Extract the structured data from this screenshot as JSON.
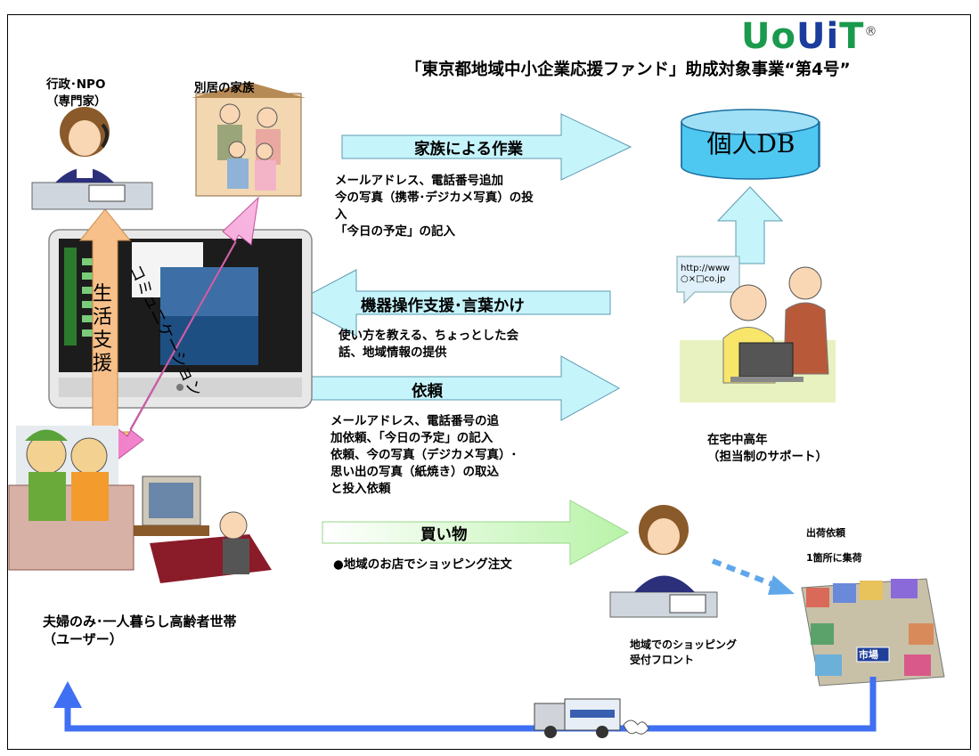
{
  "logo": {
    "text_part1": "Uo",
    "text_part2": "Ui",
    "text_part3": "T",
    "mark": "®"
  },
  "subsidy_title": "「東京都地域中小企業応援ファンド」助成対象事業“第4号”",
  "actors": {
    "admin_npo": [
      "行政･NPO",
      "（専門家）"
    ],
    "separate_family": "別居の家族",
    "home_senior": [
      "在宅中高年",
      "（担当制のサポート）"
    ],
    "elderly_user": [
      "夫婦のみ･一人暮らし高齢者世帯",
      "（ユーザー）"
    ],
    "shopping_front": [
      "地域でのショッピング",
      "受付フロント"
    ],
    "market": "市場"
  },
  "database": {
    "label": "個人DB"
  },
  "screen_url": [
    "http://www",
    "○×□co.jp"
  ],
  "vertical_arrows": {
    "life_support": "生活支援",
    "communication": "コミュニケーション"
  },
  "flows": {
    "family_work": {
      "label": "家族による作業",
      "details": [
        "メールアドレス、電話番号追加",
        "今の写真（携帯･デジカメ写真）の投",
        "入",
        "「今日の予定」の記入"
      ]
    },
    "device_support": {
      "label": "機器操作支援･言葉かけ",
      "details": [
        "使い方を教える、ちょっとした会",
        "話、地域情報の提供"
      ]
    },
    "request": {
      "label": "依頼",
      "details": [
        "メールアドレス、電話番号の追",
        "加依頼、「今日の予定」の記入",
        "依頼、今の写真（デジカメ写真）･",
        "思い出の写真（紙焼き）の取込",
        "と投入依頼"
      ]
    },
    "shopping": {
      "label": "買い物",
      "details": [
        "●地域のお店でショッピング注文"
      ]
    }
  },
  "shipping": {
    "request": "出荷依頼",
    "consolidate": "1箇所に集荷"
  },
  "colors": {
    "arrow_cyan": "#c6f4fb",
    "arrow_green": "#d8fad0",
    "arrow_pink": "#f59ad6",
    "arrow_orange": "#f7c08a",
    "delivery_blue": "#3f6ff2",
    "db_fill": "#4ec8f1"
  }
}
